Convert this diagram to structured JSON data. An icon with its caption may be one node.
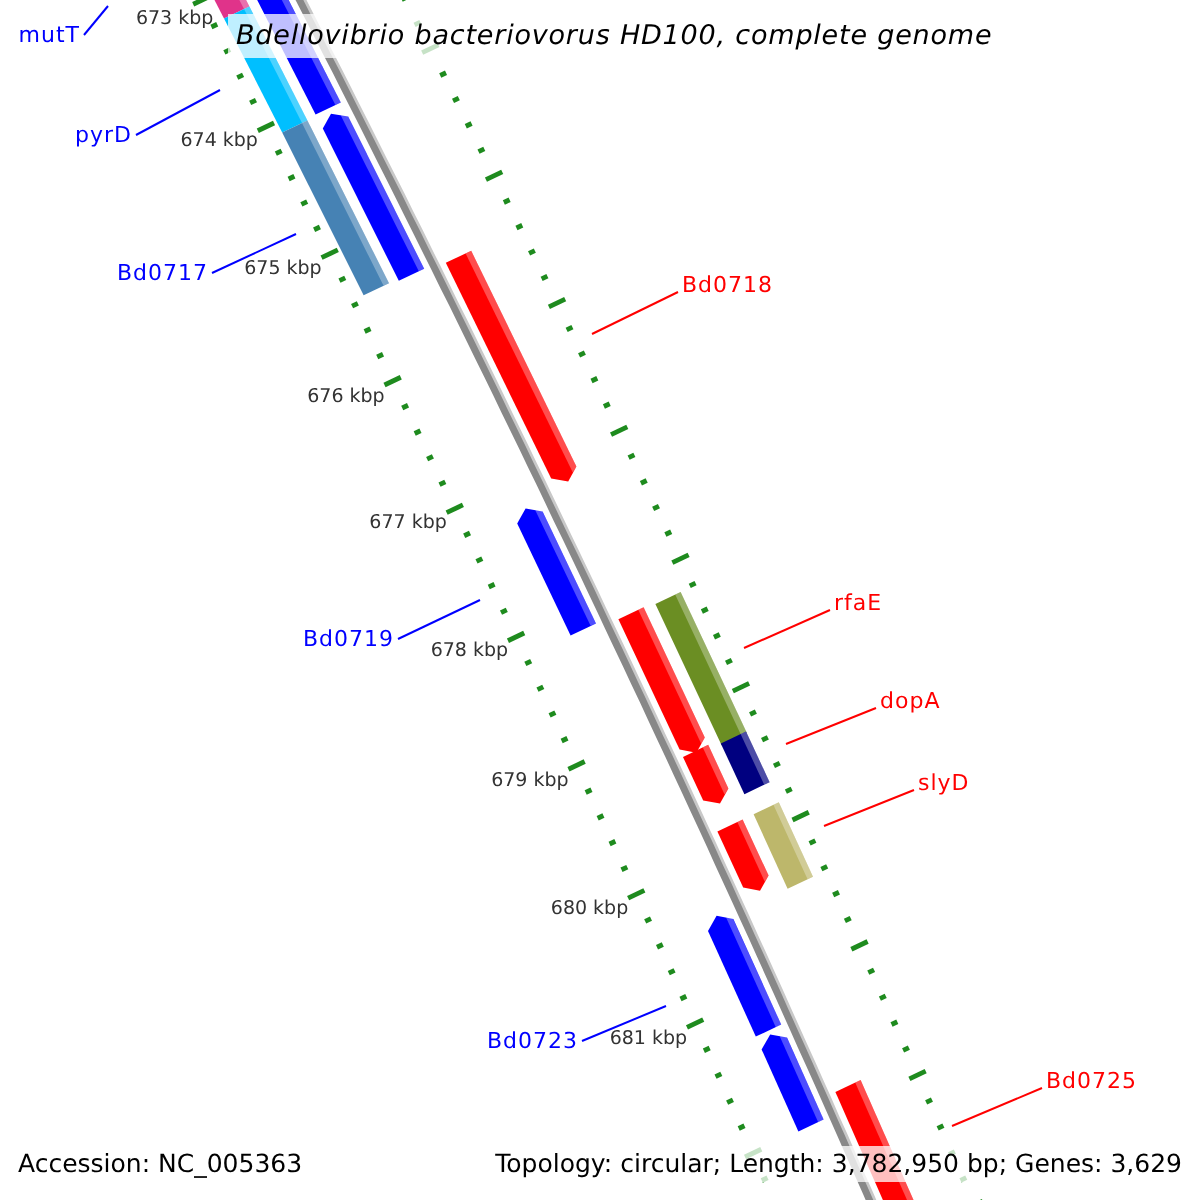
{
  "diagram": {
    "title": "Bdellovibrio bacteriovorus HD100, complete genome",
    "nodes": [
      {
        "text": [
          "mutT"
        ]
      },
      {
        "text": [
          "pyrD"
        ]
      },
      {
        "text": [
          "Bd0717"
        ]
      },
      {
        "text": [
          "Bd0719"
        ]
      },
      {
        "text": [
          "Bd0723"
        ]
      },
      {
        "text": [
          "Bd0718"
        ]
      },
      {
        "text": [
          "rfaE"
        ]
      },
      {
        "text": [
          "dopA"
        ]
      },
      {
        "text": [
          "slyD"
        ]
      },
      {
        "text": [
          "Bd0725"
        ]
      }
    ],
    "edges": [
      {
        "from": 0,
        "to": null,
        "arrow": "none",
        "color": "#0000ff"
      },
      {
        "from": 1,
        "to": null,
        "arrow": "none",
        "color": "#0000ff"
      },
      {
        "from": 2,
        "to": null,
        "arrow": "none",
        "color": "#0000ff"
      },
      {
        "from": 3,
        "to": null,
        "arrow": "none",
        "color": "#0000ff"
      },
      {
        "from": 4,
        "to": null,
        "arrow": "none",
        "color": "#0000ff"
      },
      {
        "from": 5,
        "to": null,
        "arrow": "none",
        "color": "#ff0000"
      },
      {
        "from": 6,
        "to": null,
        "arrow": "none",
        "color": "#ff0000"
      },
      {
        "from": 7,
        "to": null,
        "arrow": "none",
        "color": "#ff0000"
      },
      {
        "from": 8,
        "to": null,
        "arrow": "none",
        "color": "#ff0000"
      },
      {
        "from": 9,
        "to": null,
        "arrow": "none",
        "color": "#ff0000"
      }
    ],
    "labels": [
      "673 kbp",
      "674 kbp",
      "675 kbp",
      "676 kbp",
      "677 kbp",
      "678 kbp",
      "679 kbp",
      "680 kbp",
      "681 kbp",
      "Accession: NC_005363",
      "Topology: circular; Length: 3,782,950 bp; Genes: 3,629"
    ]
  }
}
